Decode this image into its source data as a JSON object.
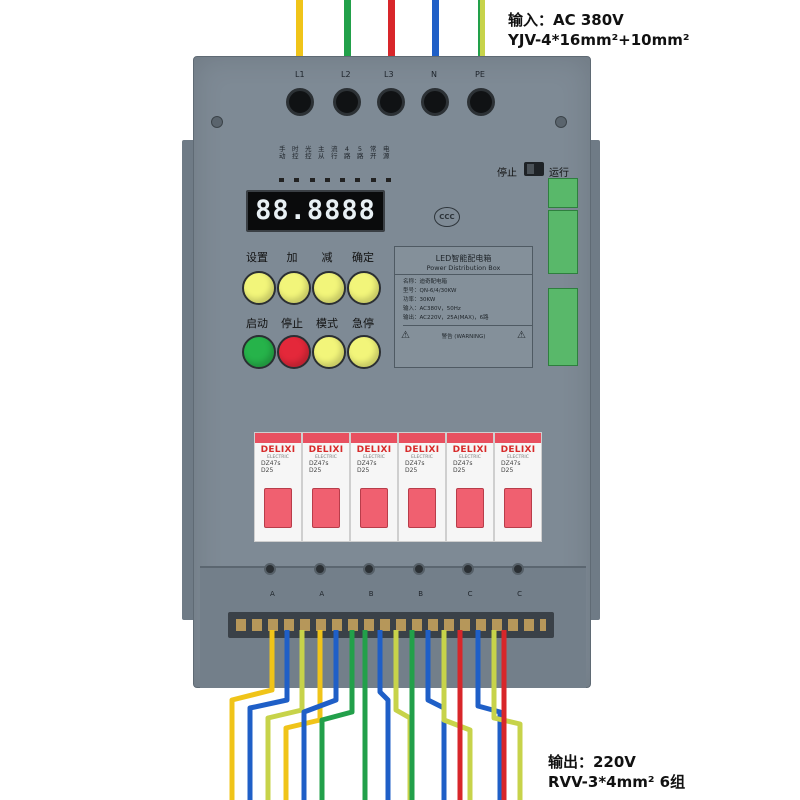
{
  "input_spec": {
    "line1": "输入：AC 380V",
    "line2": "YJV-4*16mm²+10mm²"
  },
  "output_spec": {
    "line1": "输出：220V",
    "line2": "RVV-3*4mm²   6组"
  },
  "terminals": [
    "L1",
    "L2",
    "L3",
    "N",
    "PE"
  ],
  "function_labels": [
    "手动",
    "时控",
    "光控",
    "主从",
    "流行",
    "4路",
    "5路",
    "常开",
    "电源"
  ],
  "display_value": "88.8888",
  "switch": {
    "stop_label": "停止",
    "run_label": "运行"
  },
  "controls": {
    "row1": [
      "设置",
      "加",
      "减",
      "确定"
    ],
    "row2": [
      "启动",
      "停止",
      "模式",
      "急停"
    ]
  },
  "cert_mark": "CCC",
  "nameplate": {
    "title": "LED智能配电箱",
    "subtitle": "Power Distribution Box",
    "lines": [
      "名称：迪奇配电箱",
      "型号：QN-6/4/30KW",
      "功率：30KW",
      "输入：AC380V，50Hz",
      "输出：AC220V，25A(MAX)，6路"
    ],
    "warning": "警告 (WARNING)"
  },
  "breakers": [
    {
      "brand": "DELIXI",
      "sub": "ELECTRIC",
      "model": "DZ47s",
      "rating": "D25"
    },
    {
      "brand": "DELIXI",
      "sub": "ELECTRIC",
      "model": "DZ47s",
      "rating": "D25"
    },
    {
      "brand": "DELIXI",
      "sub": "ELECTRIC",
      "model": "DZ47s",
      "rating": "D25"
    },
    {
      "brand": "DELIXI",
      "sub": "ELECTRIC",
      "model": "DZ47s",
      "rating": "D25"
    },
    {
      "brand": "DELIXI",
      "sub": "ELECTRIC",
      "model": "DZ47s",
      "rating": "D25"
    },
    {
      "brand": "DELIXI",
      "sub": "ELECTRIC",
      "model": "DZ47s",
      "rating": "D25"
    }
  ],
  "output_terminal_labels": [
    "A",
    "A",
    "B",
    "B",
    "C",
    "C"
  ],
  "colors": {
    "cabinet": "#7e8a95",
    "wire_yellow": "#f0c419",
    "wire_green": "#22a04a",
    "wire_red": "#d8262a",
    "wire_blue": "#1f5fc7",
    "wire_yellow_green": "#c7d34a",
    "breaker_handle": "#f06070",
    "button_yellow": "#f2f57a",
    "button_green": "#26b34a",
    "button_red": "#e4283a"
  }
}
